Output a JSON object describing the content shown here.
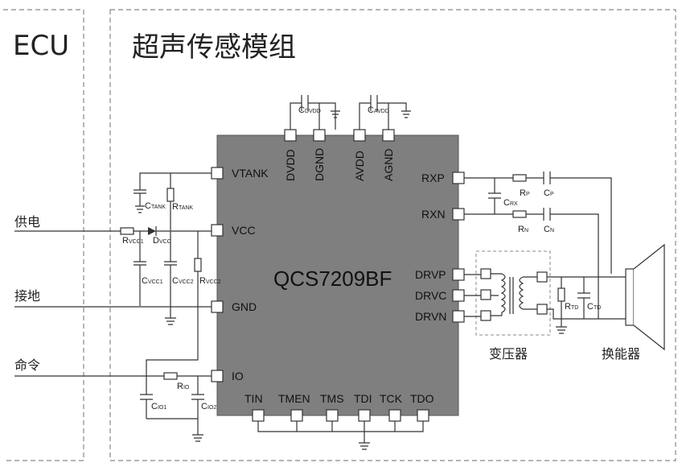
{
  "ecu_label": "ECU",
  "module_title": "超声传感模组",
  "chip_name": "QCS7209BF",
  "pins": {
    "vtank": "VTANK",
    "vcc": "VCC",
    "gnd": "GND",
    "io": "IO",
    "dvdd": "DVDD",
    "dgnd": "DGND",
    "avdd": "AVDD",
    "agnd": "AGND",
    "rxp": "RXP",
    "rxn": "RXN",
    "drvp": "DRVP",
    "drvc": "DRVC",
    "drvn": "DRVN",
    "tin": "TIN",
    "tmen": "TMEN",
    "tms": "TMS",
    "tdi": "TDI",
    "tck": "TCK",
    "tdo": "TDO"
  },
  "signals": {
    "power": "供电",
    "ground": "接地",
    "command": "命令"
  },
  "components": {
    "cdvdd": {
      "main": "C",
      "sub": "DVDD"
    },
    "cavdd": {
      "main": "C",
      "sub": "AVDD"
    },
    "ctank": {
      "main": "C",
      "sub": "TANK"
    },
    "rtank": {
      "main": "R",
      "sub": "TANK"
    },
    "rvcc1": {
      "main": "R",
      "sub": "VCC1"
    },
    "dvcc": {
      "main": "D",
      "sub": "VCC"
    },
    "cvcc1": {
      "main": "C",
      "sub": "VCC1"
    },
    "cvcc2": {
      "main": "C",
      "sub": "VCC2"
    },
    "rvcc2": {
      "main": "R",
      "sub": "VCC2"
    },
    "rio": {
      "main": "R",
      "sub": "IO"
    },
    "cio1": {
      "main": "C",
      "sub": "IO1"
    },
    "cio2": {
      "main": "C",
      "sub": "IO2"
    },
    "crx": {
      "main": "C",
      "sub": "RX"
    },
    "rp": {
      "main": "R",
      "sub": "P"
    },
    "cp": {
      "main": "C",
      "sub": "P"
    },
    "rn": {
      "main": "R",
      "sub": "N"
    },
    "cn": {
      "main": "C",
      "sub": "N"
    },
    "rtd": {
      "main": "R",
      "sub": "TD"
    },
    "ctd": {
      "main": "C",
      "sub": "TD"
    }
  },
  "transformer_label": "变压器",
  "transducer_label": "换能器",
  "colors": {
    "chip_fill": "#7f7f7f",
    "line": "#333333",
    "border_dash": "#888888"
  }
}
